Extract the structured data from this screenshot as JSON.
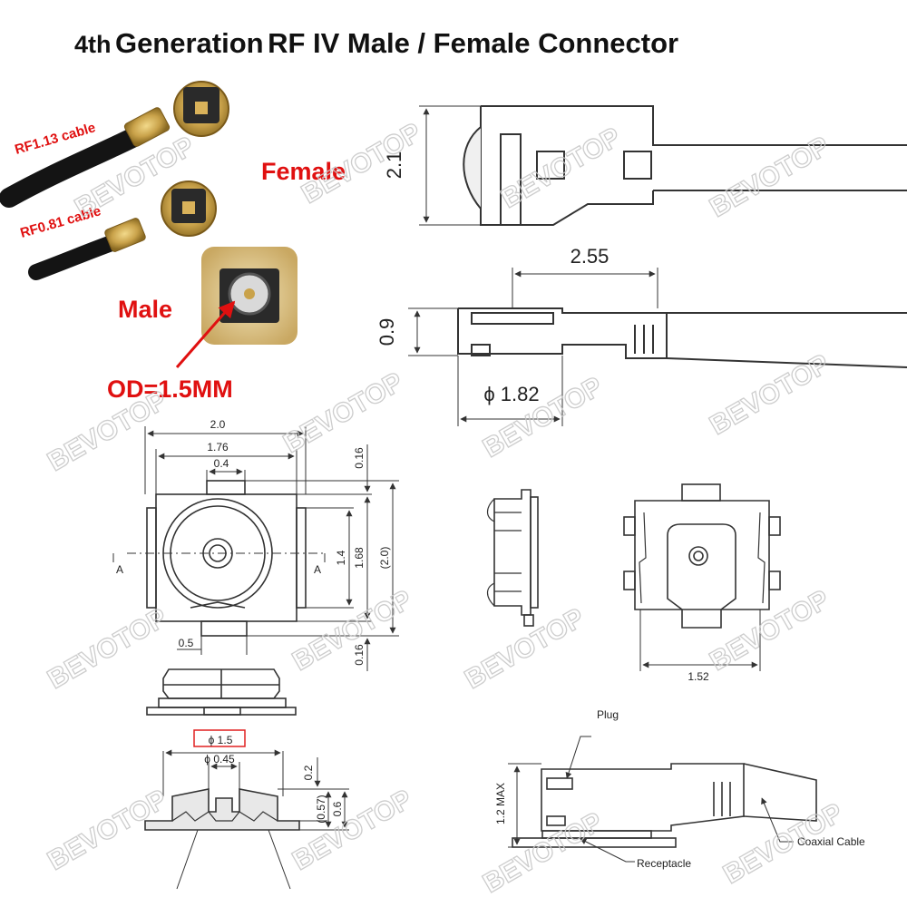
{
  "title": {
    "part1": "4th",
    "part2": "Generation",
    "part3": "RF IV Male / Female Connector"
  },
  "photo_labels": {
    "cable_113": "RF1.13 cable",
    "cable_081": "RF0.81 cable",
    "female": "Female",
    "male": "Male",
    "od": "OD=1.5MM"
  },
  "dimensions": {
    "plug_height": "2.1",
    "plug_length": "2.55",
    "plug_thickness": "0.9",
    "plug_diameter": "ϕ 1.82",
    "rec_width": "2.0",
    "rec_inner": "1.76",
    "rec_tab": "0.4",
    "rec_top_margin": "0.16",
    "rec_h14": "1.4",
    "rec_h168": "1.68",
    "rec_h20": "(2.0)",
    "rec_bottom_margin": "0.16",
    "rec_pad": "0.5",
    "section_a_left": "A",
    "section_a_right": "A",
    "sec_outer": "ϕ 1.5",
    "sec_inner": "ϕ 0.45",
    "sec_h02": "0.2",
    "sec_h057": "(0.57)",
    "sec_h06": "0.6",
    "plug_bottom_width": "1.52",
    "mated_height": "1.2 MAX"
  },
  "assembly_labels": {
    "plug": "Plug",
    "receptacle": "Receptacle",
    "coaxial_cable": "Coaxial Cable"
  },
  "watermark": "BEVOTOP",
  "colors": {
    "label_red": "#e01010",
    "line": "#333333",
    "cable": "#141414",
    "gold": "#c9a24a",
    "highlight_box": "#e02020",
    "watermark": "#c8c8c8"
  }
}
